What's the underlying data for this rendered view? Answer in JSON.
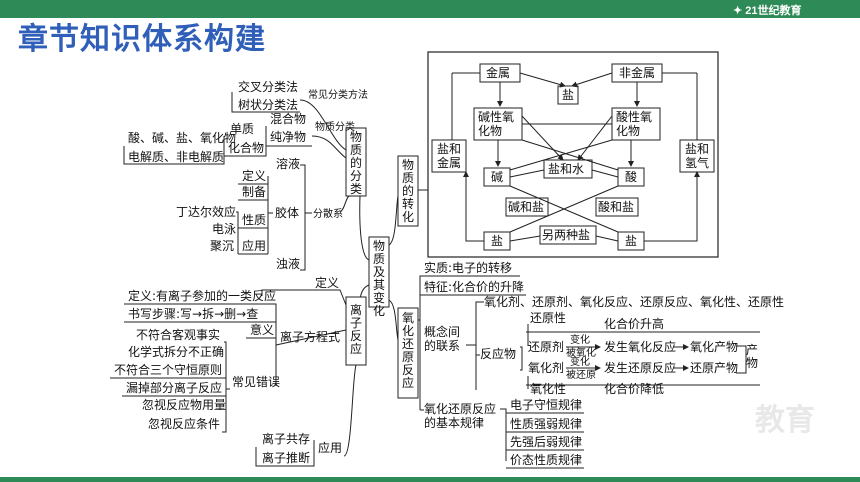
{
  "page": {
    "title": "章节知识体系构建",
    "logo_text": "21世纪教育",
    "watermark": "教育"
  },
  "center": {
    "label": "物质及其变化"
  },
  "classification": {
    "label": "物质的分类",
    "common_methods": "常见分类方法",
    "cross": "交叉分类法",
    "tree": "树状分类法",
    "substance_class": "物质分类",
    "mixture": "混合物",
    "pure": "纯净物",
    "element": "单质",
    "compound": "化合物",
    "acids_etc": "酸、碱、盐、氧化物",
    "electrolytes": "电解质、非电解质",
    "dispersion": "分散系",
    "solution": "溶液",
    "colloid": "胶体",
    "suspension": "浊液",
    "definition": "定义",
    "preparation": "制备",
    "properties": "性质",
    "application": "应用",
    "tyndall": "丁达尔效应",
    "electrophoresis": "电泳",
    "coagulation": "聚沉"
  },
  "conversion": {
    "label": "物质的转化",
    "metal": "金属",
    "nonmetal": "非金属",
    "salt_top": "盐",
    "basic_oxide": "碱性氧化物",
    "acidic_oxide": "酸性氧化物",
    "salt_and_metal": "盐和金属",
    "salt_and_hydrogen": "盐和氢气",
    "salt_and_water": "盐和水",
    "base": "碱",
    "acid": "酸",
    "base_and_salt": "碱和盐",
    "acid_and_salt": "酸和盐",
    "salt_left": "盐",
    "two_salts": "另两种盐",
    "salt_right": "盐"
  },
  "ionic": {
    "label": "离子反应",
    "definition": "定义",
    "def_text": "定义:有离子参加的一类反应",
    "equation": "离子方程式",
    "steps": "书写步骤:写→拆→删→查",
    "meaning": "意义",
    "errors": "常见错误",
    "err1": "不符合客观事实",
    "err2": "化学式拆分不正确",
    "err3": "不符合三个守恒原则",
    "err4": "漏掉部分离子反应",
    "err5": "忽视反应物用量",
    "err6": "忽视反应条件",
    "application": "应用",
    "coexist": "离子共存",
    "infer": "离子推断"
  },
  "redox": {
    "label": "氧化还原反应",
    "essence": "实质:电子的转移",
    "feature": "特征:化合价的升降",
    "concepts": "概念间的联系",
    "terms": "氧化剂、还原剂、氧化反应、还原反应、氧化性、还原性",
    "reactants": "反应物",
    "reducibility": "还原性",
    "valence_up": "化合价升高",
    "reducer": "还原剂",
    "change1": "变化",
    "oxidized": "被氧化",
    "oxidation_reaction": "发生氧化反应",
    "oxidation_product": "氧化产物",
    "product_label": "产物",
    "oxidizer": "氧化剂",
    "change2": "变化",
    "reduced": "被还原",
    "reduction_reaction": "发生还原反应",
    "reduction_product": "还原产物",
    "oxidizability": "氧化性",
    "valence_down": "化合价降低",
    "laws": "氧化还原反应的基本规律",
    "law1": "电子守恒规律",
    "law2": "性质强弱规律",
    "law3": "先强后弱规律",
    "law4": "价态性质规律"
  }
}
